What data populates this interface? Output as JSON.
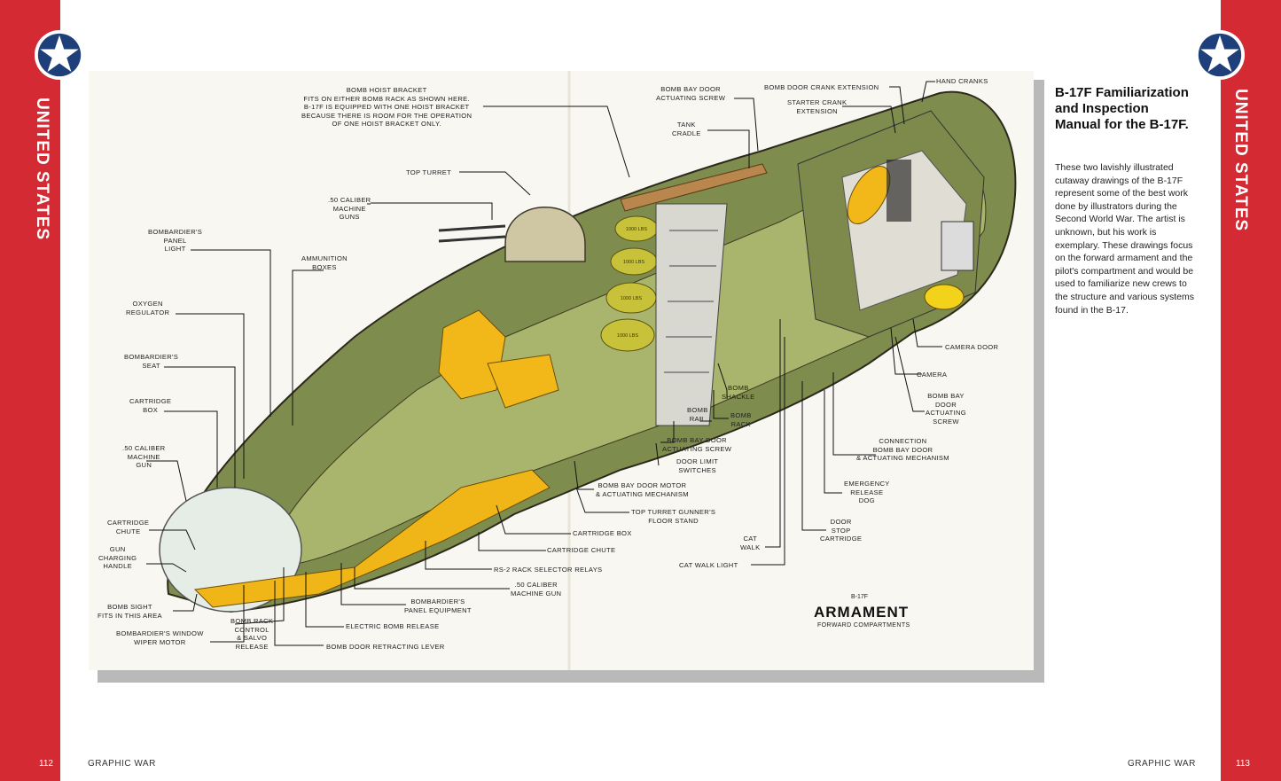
{
  "spread": {
    "section_title": "UNITED STATES",
    "left_page_number": "112",
    "right_page_number": "113",
    "book_title": "GRAPHIC WAR",
    "colors": {
      "band_red": "#d42a33",
      "roundel_blue": "#1f3f7a",
      "roundel_white": "#ffffff"
    }
  },
  "article": {
    "heading": "B-17F Familiarization and Inspection Manual for the B-17F.",
    "body": "These two lavishly illustrated cutaway drawings of the B-17F represent some of the best work done by illustrators during the Second World War. The artist is unknown, but his work is exemplary. These drawings focus on the forward armament and the pilot's compartment and would be used to familiarize new crews to the structure and various systems found in the B-17."
  },
  "plate": {
    "small_label": "B-17F",
    "title": "ARMAMENT",
    "subtitle": "FORWARD COMPARTMENTS",
    "callouts": [
      "BOMB HOIST BRACKET\nFITS ON EITHER BOMB RACK AS SHOWN HERE.\nB-17F IS EQUIPPED WITH ONE HOIST BRACKET\nBECAUSE THERE IS ROOM FOR THE OPERATION\nOF ONE HOIST BRACKET ONLY.",
      "TOP TURRET",
      ".50 CALIBER\nMACHINE\nGUNS",
      "BOMBARDIER'S\nPANEL\nLIGHT",
      "AMMUNITION\nBOXES",
      "OXYGEN\nREGULATOR",
      "BOMBARDIER'S\nSEAT",
      "CARTRIDGE\nBOX",
      ".50 CALIBER\nMACHINE\nGUN",
      "CARTRIDGE\nCHUTE",
      "GUN\nCHARGING\nHANDLE",
      "BOMB SIGHT\nFITS IN THIS AREA",
      "BOMBARDIER'S WINDOW\nWIPER MOTOR",
      "BOMB RACK\nCONTROL\n& SALVO\nRELEASE",
      "BOMB DOOR RETRACTING LEVER",
      "ELECTRIC BOMB RELEASE",
      "BOMBARDIER'S\nPANEL EQUIPMENT",
      ".50 CALIBER\nMACHINE GUN",
      "RS-2 RACK SELECTOR RELAYS",
      "CARTRIDGE CHUTE",
      "CARTRIDGE BOX",
      "TOP TURRET GUNNER'S\nFLOOR STAND",
      "BOMB BAY DOOR MOTOR\n& ACTUATING MECHANISM",
      "DOOR LIMIT\nSWITCHES",
      "BOMB BAY DOOR\nACTUATING SCREW",
      "BOMB\nRAIL",
      "BOMB\nSHACKLE",
      "BOMB\nRACK",
      "CAT\nWALK",
      "CAT WALK LIGHT",
      "BOMB BAY DOOR\nACTUATING SCREW",
      "TANK\nCRADLE",
      "BOMB DOOR CRANK EXTENSION",
      "STARTER CRANK\nEXTENSION",
      "HAND CRANKS",
      "CAMERA DOOR",
      "CAMERA",
      "BOMB BAY\nDOOR\nACTUATING\nSCREW",
      "CONNECTION\nBOMB BAY DOOR\n& ACTUATING MECHANISM",
      "EMERGENCY\nRELEASE\nDOG",
      "DOOR\nSTOP\nCARTRIDGE"
    ],
    "bomb_markings": [
      "1000 LBS",
      "1000 LBS",
      "1000 LBS",
      "1000 LBS"
    ]
  }
}
